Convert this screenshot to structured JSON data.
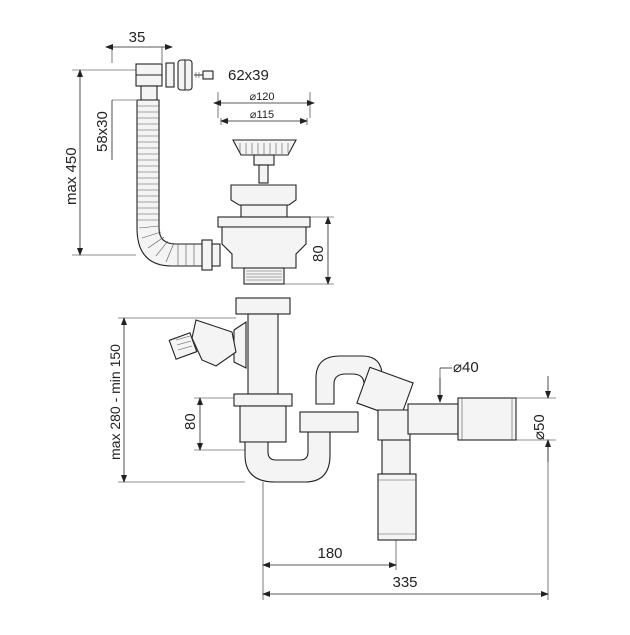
{
  "drawing": {
    "dimensions": {
      "overflow_connector_width": "35",
      "overflow_plate_size": "62x39",
      "strainer_outer_diameter": "⌀120",
      "strainer_inner_diameter": "⌀115",
      "overflow_hose_height": "max 450",
      "overflow_hose_diameter": "58x30",
      "basket_body_height": "80",
      "siphon_height_range": "max 280 - min 150",
      "trap_height": "80",
      "pipe_diameter": "⌀40",
      "outlet_diameter": "⌀50",
      "trap_offset": "180",
      "total_length": "335"
    }
  }
}
